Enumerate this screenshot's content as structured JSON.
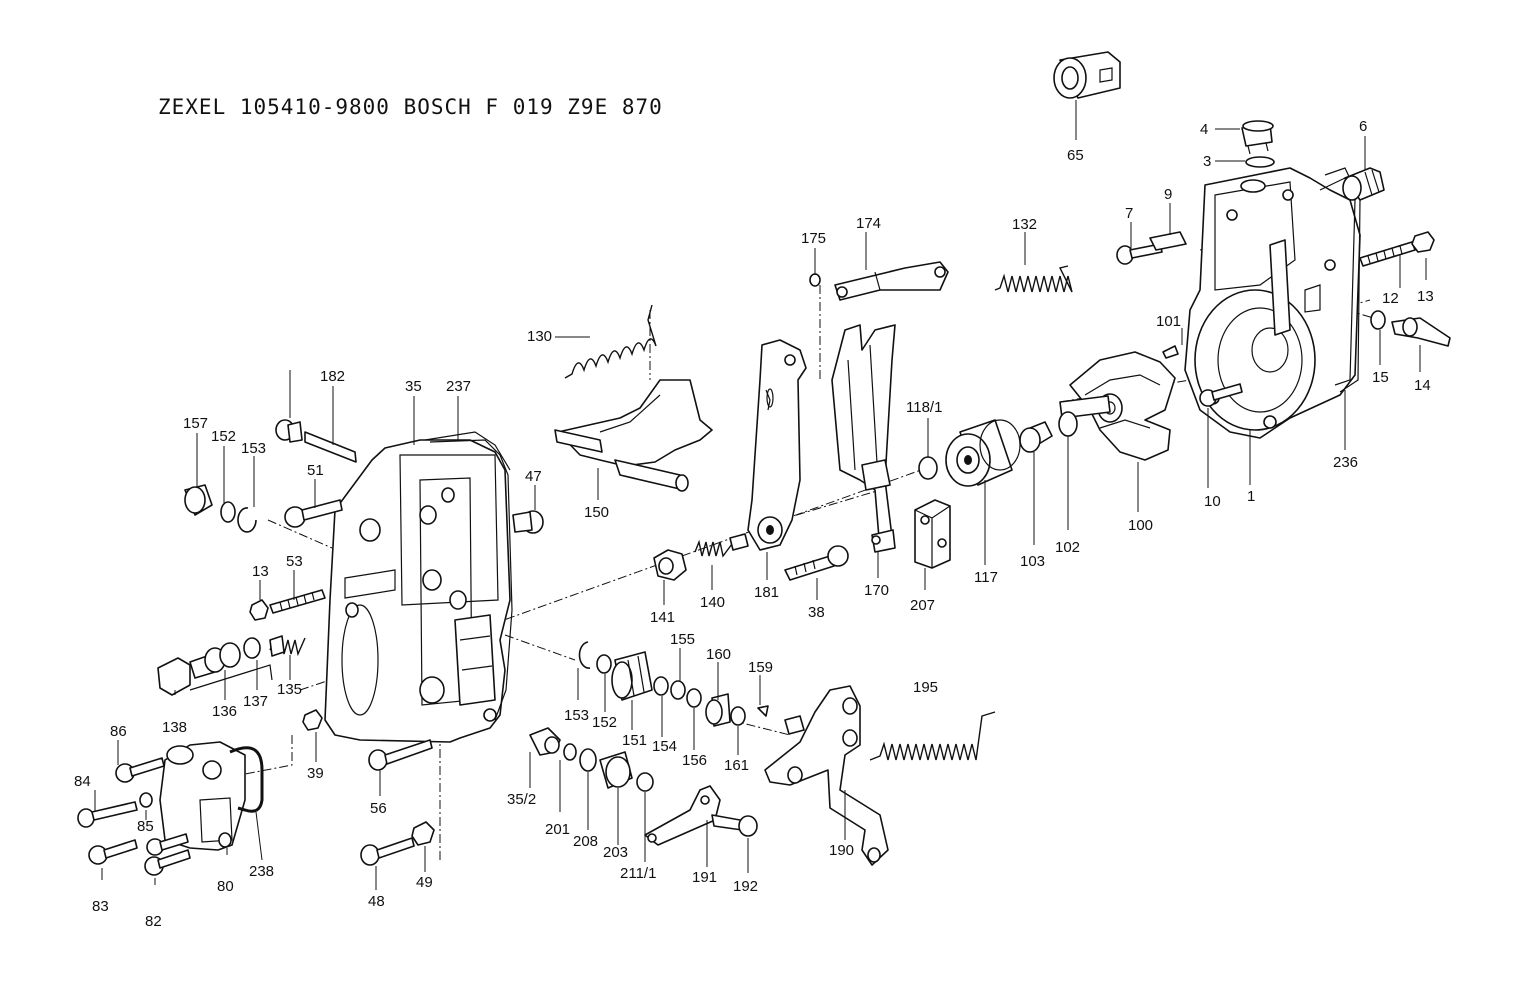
{
  "header": {
    "title": "ZEXEL  105410-9800  BOSCH  F 019 Z9E 870"
  },
  "callouts": [
    "65",
    "4",
    "3",
    "6",
    "7",
    "9",
    "13",
    "12",
    "15",
    "14",
    "1",
    "10",
    "236",
    "101",
    "174",
    "175",
    "132",
    "130",
    "118/1",
    "117",
    "103",
    "102",
    "100",
    "207",
    "170",
    "181",
    "38",
    "150",
    "140",
    "141",
    "47",
    "182",
    "35",
    "237",
    "157",
    "152",
    "153",
    "51",
    "13",
    "53",
    "136",
    "137",
    "135",
    "138",
    "86",
    "84",
    "85",
    "83",
    "82",
    "80",
    "238",
    "39",
    "56",
    "48",
    "49",
    "35/2",
    "201",
    "208",
    "203",
    "211/1",
    "191",
    "192",
    "153",
    "152",
    "151",
    "154",
    "155",
    "156",
    "160",
    "161",
    "159",
    "195",
    "190"
  ]
}
